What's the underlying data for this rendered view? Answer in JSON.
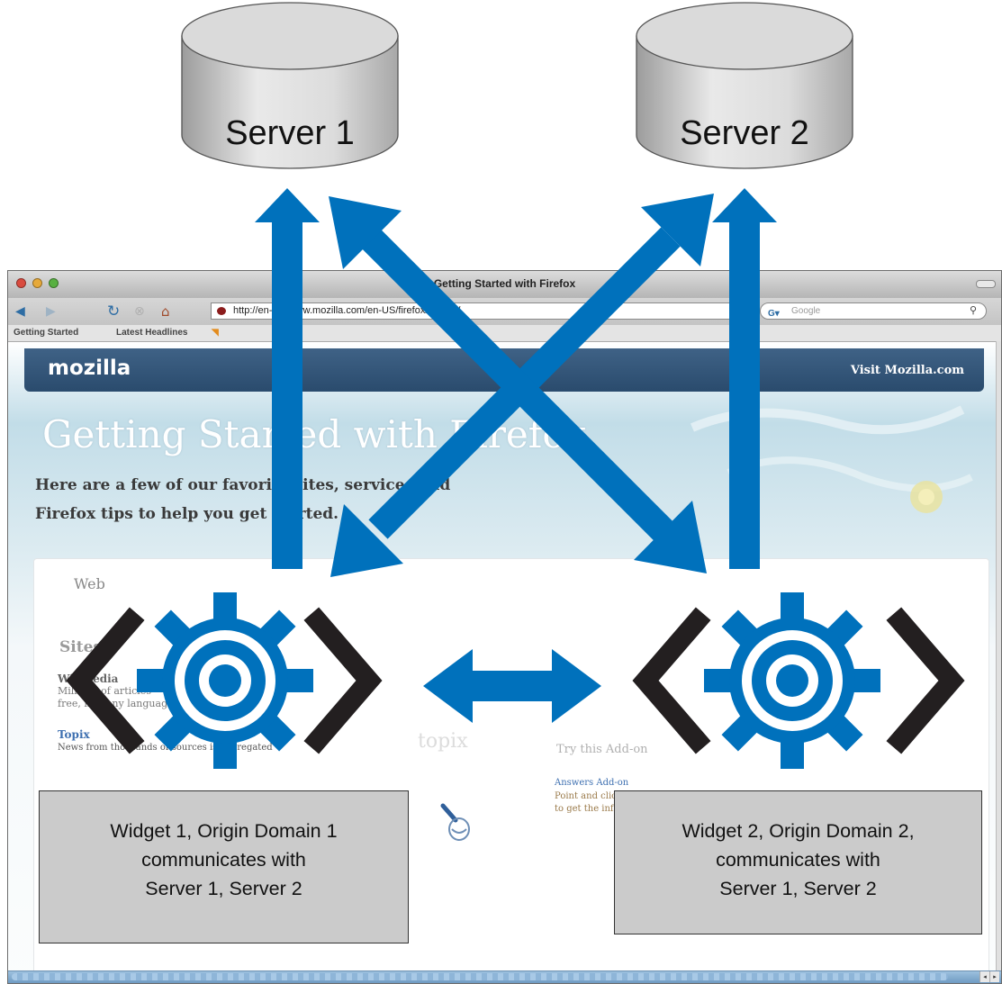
{
  "servers": [
    {
      "label": "Server 1"
    },
    {
      "label": "Server 2"
    }
  ],
  "browser": {
    "window_title": "Getting Started with Firefox",
    "url": "http://en-US.www.mozilla.com/en-US/firefox/central/",
    "search_placeholder": "Google",
    "bookmarks": [
      "Getting Started",
      "Latest Headlines"
    ]
  },
  "page": {
    "brand": "mozilla",
    "visit_link": "Visit Mozilla.com",
    "heading": "Getting Started with Firefox",
    "intro_line1": "Here are a few of our favorite sites, services and",
    "intro_line2": "Firefox tips to help you get started.",
    "tab_label": "Web",
    "sidebar_heading": "Sites",
    "sidebar_link1": "Wikipedia",
    "sidebar_text1": "Millions of articles",
    "sidebar_text1b": "free, in many languages",
    "sidebar_link2": "Topix",
    "sidebar_text2": "News from thousands of sources is aggregated",
    "topix_logo": "topix",
    "addon_heading": "Try this Add-on",
    "addon_link": "Answers Add-on",
    "addon_text1": "Point and click",
    "addon_text2": "to get the info"
  },
  "widgets": [
    {
      "lines": [
        "Widget 1, Origin Domain 1",
        "communicates with",
        "Server 1, Server 2"
      ]
    },
    {
      "lines": [
        "Widget 2, Origin  Domain 2,",
        "communicates with",
        "Server 1, Server 2"
      ]
    }
  ],
  "colors": {
    "arrow_blue": "#0071bc",
    "bracket_black": "#231f20",
    "server_fill": "#d4d4d4",
    "label_box_fill": "#cbcbcb",
    "header_blue": "#355a7d"
  },
  "icons": [
    "gear-icon",
    "angle-bracket-icon",
    "database-cylinder-icon",
    "arrow-icon"
  ]
}
